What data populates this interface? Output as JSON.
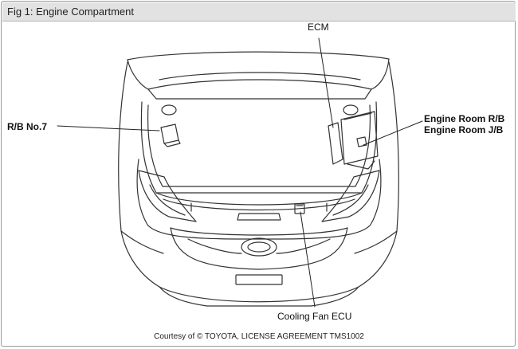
{
  "figure": {
    "title": "Fig 1: Engine Compartment",
    "credit": "Courtesy of © TOYOTA, LICENSE AGREEMENT TMS1002"
  },
  "labels": {
    "ecm": "ECM",
    "rb_no7": "R/B No.7",
    "engine_room_rb": "Engine Room R/B",
    "engine_room_jb": "Engine Room J/B",
    "cooling_fan_ecu": "Cooling Fan ECU"
  }
}
